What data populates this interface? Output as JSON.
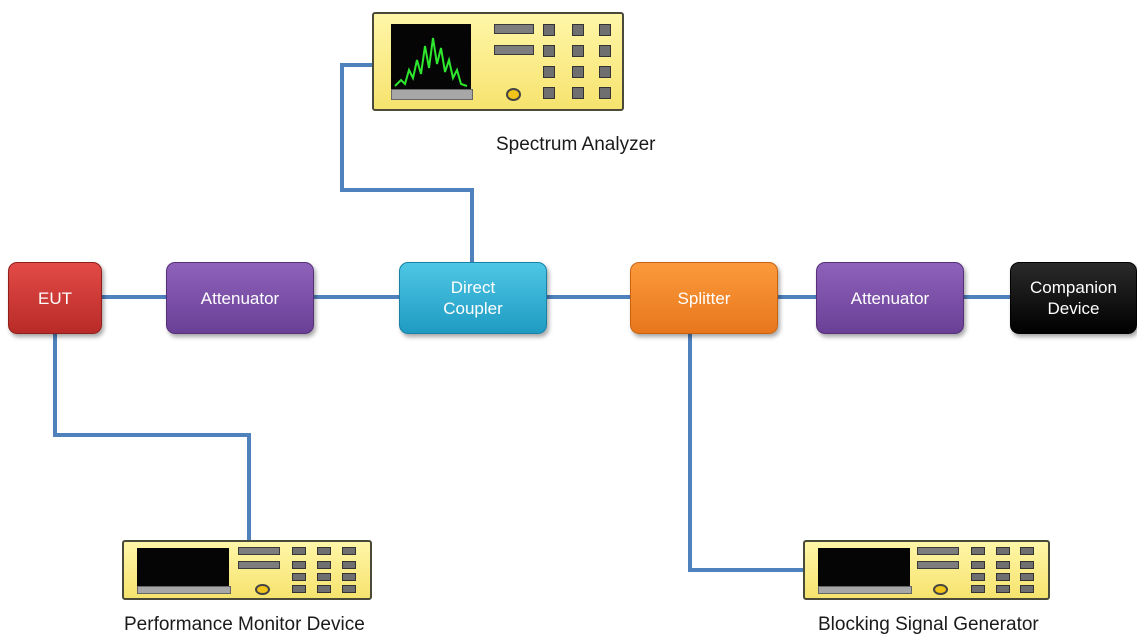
{
  "blocks": {
    "eut": "EUT",
    "attenuator_left": "Attenuator",
    "direct_coupler": "Direct\nCoupler",
    "splitter": "Splitter",
    "attenuator_right": "Attenuator",
    "companion_device": "Companion\nDevice"
  },
  "instruments": {
    "spectrum_analyzer": "Spectrum Analyzer",
    "performance_monitor": "Performance Monitor Device",
    "blocking_signal_generator": "Blocking Signal Generator"
  },
  "colors": {
    "wire": "#4f81bd",
    "eut": "#c0392b",
    "attenuator": "#7b4fa6",
    "coupler": "#2bb0d6",
    "splitter": "#f28a2e",
    "companion": "#000000",
    "instrument_body": "#f7ea86"
  }
}
